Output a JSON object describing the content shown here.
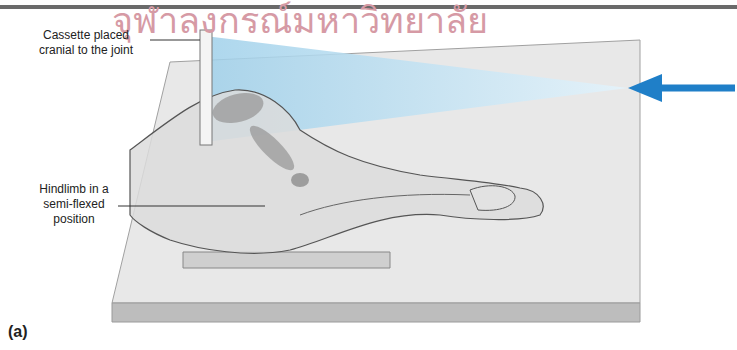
{
  "diagram": {
    "labels": [
      "จุฬาลงกรณ์มหาวิทยาลัย",
      "Cassette placed cranial to the joint",
      "Hindlimb in a semi-flexed position",
      "(a)"
    ]
  }
}
